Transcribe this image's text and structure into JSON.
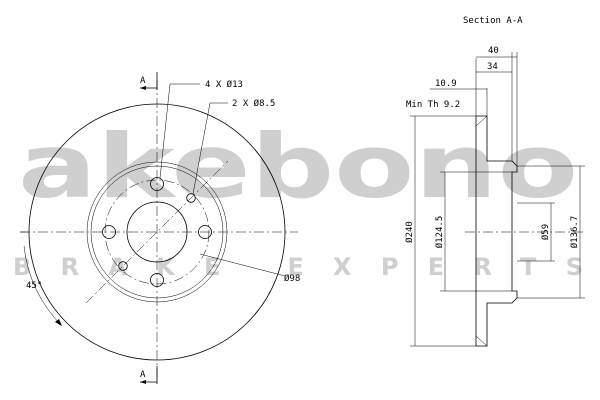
{
  "section_title": "Section A-A",
  "section_marker": "A",
  "dimensions": {
    "total_height": "40",
    "hub_height": "34",
    "disc_thickness": "10.9",
    "min_thickness": "Min Th 9.2",
    "outer_diameter": "Ø240",
    "inner_diameter": "Ø124.5",
    "center_bore": "Ø59",
    "hub_diameter": "Ø136.7",
    "bolt_circle": "Ø98",
    "bolt_holes": "4 X Ø13",
    "pilot_holes": "2 X Ø8.5",
    "angle": "45°"
  },
  "watermark": {
    "brand": "akebono",
    "tagline": "BRAKE EXPERTS",
    "color": "#cfcfcf"
  }
}
